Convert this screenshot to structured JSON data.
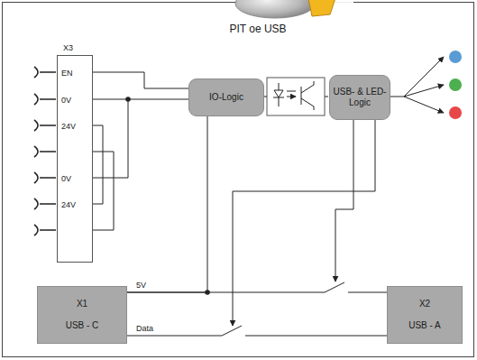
{
  "diagram": {
    "nodes": [
      {
        "text": [
          "PIT oe USB"
        ]
      },
      {
        "text": [
          "X3",
          "EN",
          "0V",
          "24V",
          "0V",
          "24V"
        ],
        "in": 0
      },
      {
        "text": [
          "IO-Logic"
        ],
        "in": 0
      },
      {
        "text": [
          "USB- & LED- Logic"
        ],
        "in": 0
      },
      {
        "text": [
          "X1",
          "USB - C"
        ],
        "in": 0
      },
      {
        "text": [
          "X2",
          "USB - A"
        ],
        "in": 0
      }
    ],
    "edges": [
      {
        "from": 1,
        "to": 2,
        "arrow": "none"
      },
      {
        "from": 1,
        "to": 2,
        "arrow": "none"
      },
      {
        "from": 4,
        "to": 5,
        "label": "5V",
        "arrow": "none"
      },
      {
        "from": 4,
        "to": 5,
        "label": "Data",
        "arrow": "none"
      },
      {
        "from": 4,
        "to": 2,
        "arrow": "none"
      }
    ]
  }
}
